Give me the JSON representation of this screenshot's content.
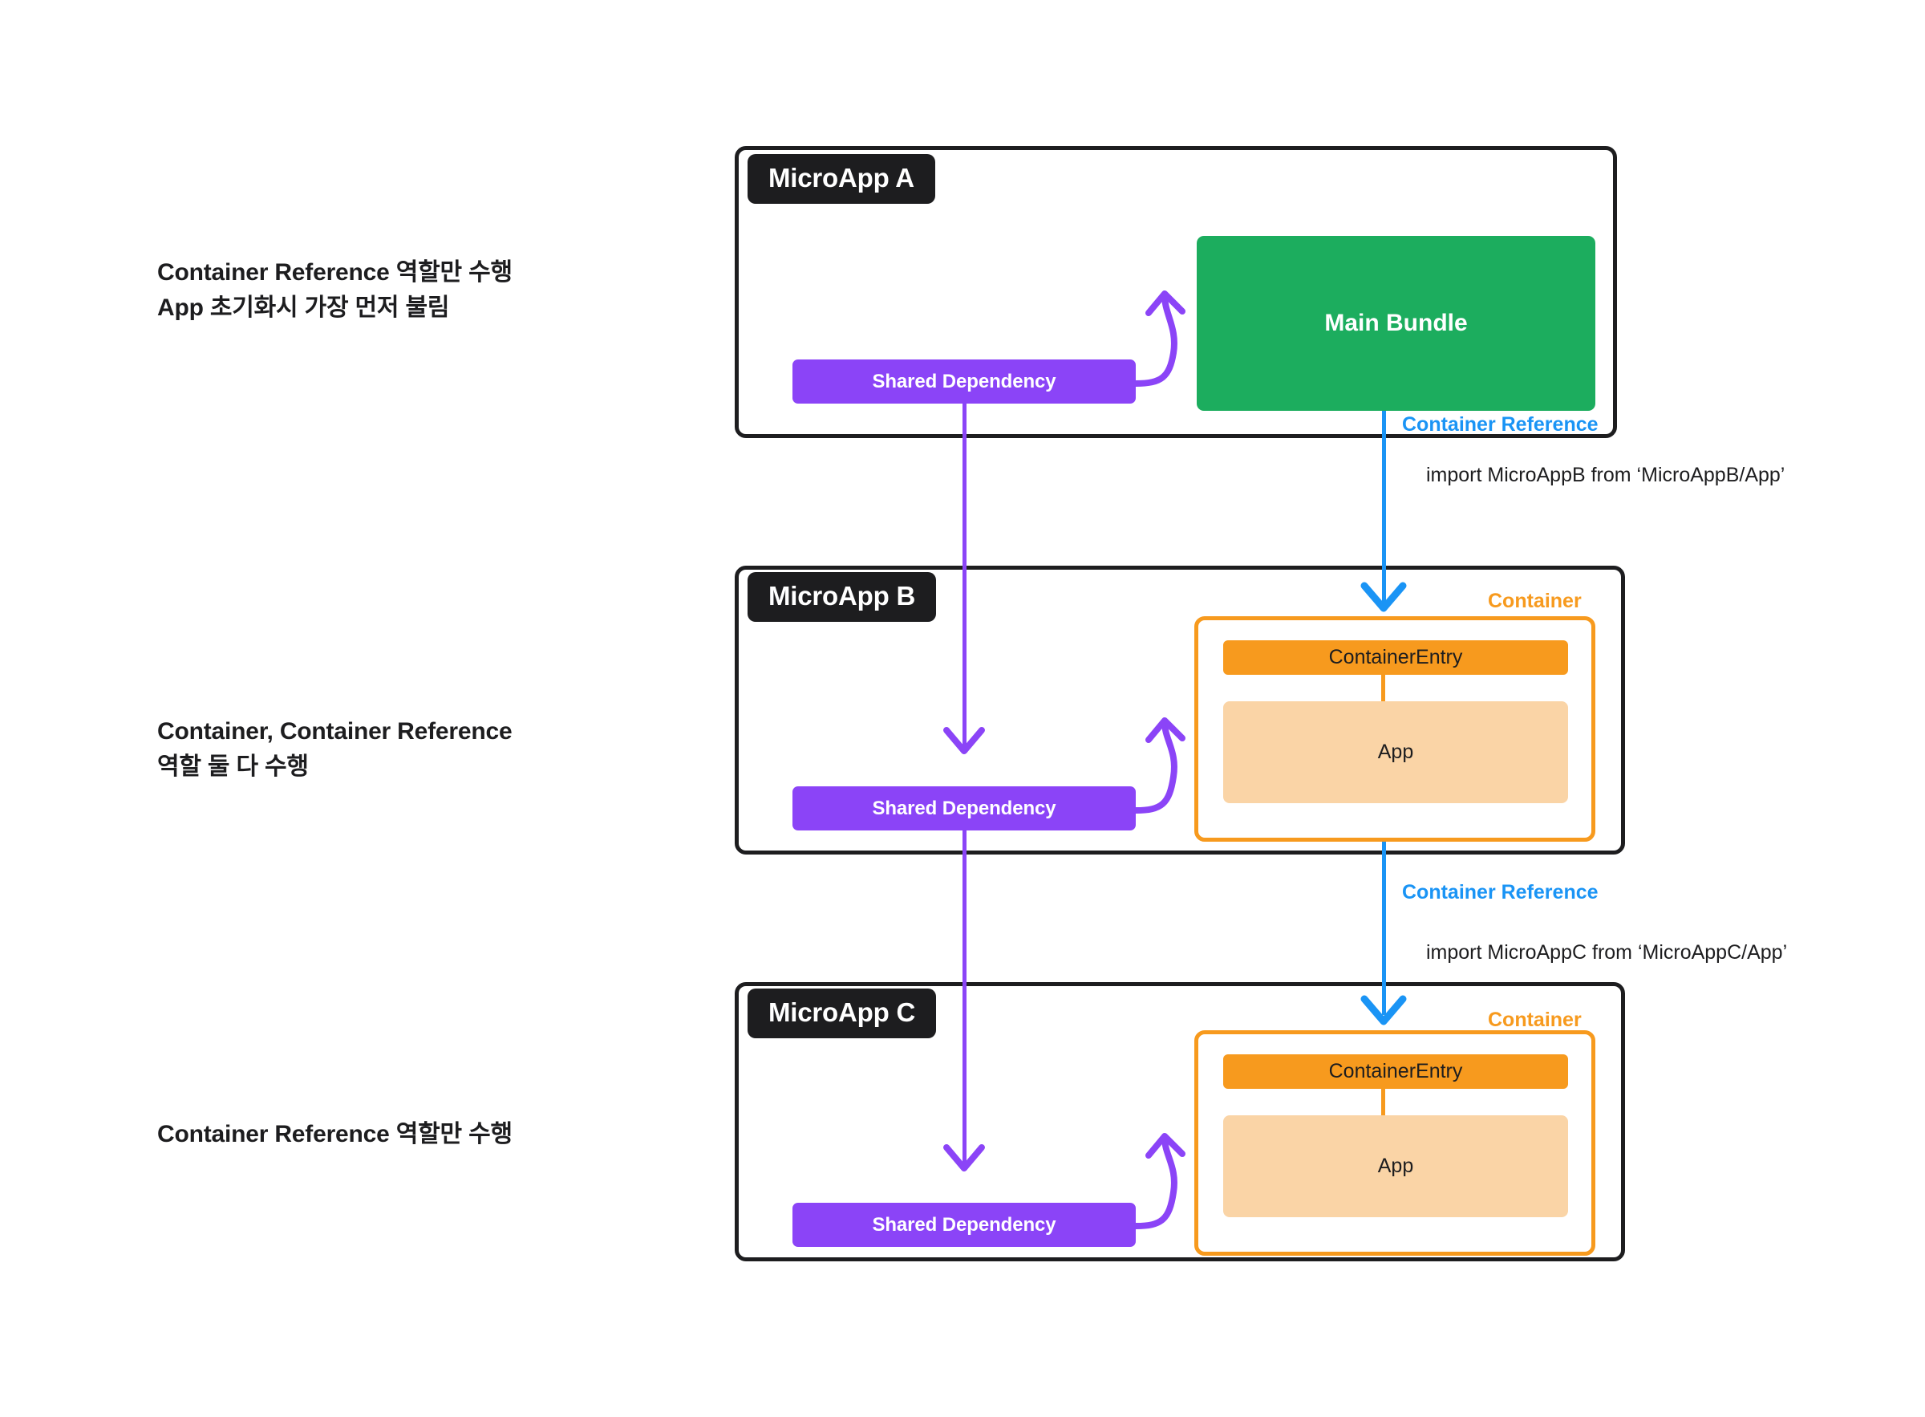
{
  "captions": {
    "a": "Container Reference 역할만 수행\nApp 초기화시 가장 먼저 불림",
    "b": "Container, Container Reference\n역할 둘 다 수행",
    "c": "Container Reference 역할만 수행"
  },
  "microapps": [
    {
      "id": "a",
      "title": "MicroApp A",
      "shared_dependency": "Shared Dependency",
      "main_bundle": "Main Bundle"
    },
    {
      "id": "b",
      "title": "MicroApp B",
      "shared_dependency": "Shared Dependency",
      "container_label": "Container",
      "container_entry": "ContainerEntry",
      "app": "App"
    },
    {
      "id": "c",
      "title": "MicroApp C",
      "shared_dependency": "Shared Dependency",
      "container_label": "Container",
      "container_entry": "ContainerEntry",
      "app": "App"
    }
  ],
  "connections": [
    {
      "id": "a-to-b",
      "label": "Container Reference",
      "import_statement": "import MicroAppB from ‘MicroAppB/App’"
    },
    {
      "id": "b-to-c",
      "label": "Container Reference",
      "import_statement": "import MicroAppC from ‘MicroAppC/App’"
    }
  ],
  "colors": {
    "frame": "#1d1d1f",
    "shared_dependency": "#8b44f7",
    "main_bundle": "#1cad5e",
    "container": "#f79a1e",
    "app": "#fad4a6",
    "container_reference": "#1a94f5",
    "background": "#ffffff"
  }
}
